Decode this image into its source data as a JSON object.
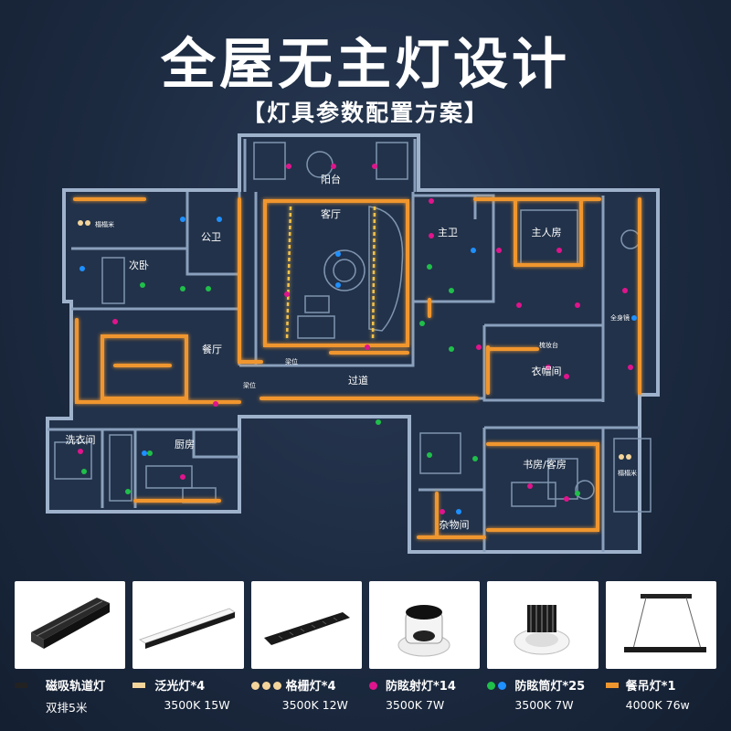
{
  "header": {
    "title": "全屋无主灯设计",
    "subtitle": "【灯具参数配置方案】"
  },
  "colors": {
    "background": "#1c2a40",
    "wall": "#8aa0bc",
    "light_strip": "#f0962e",
    "spot_magenta": "#e0148c",
    "spot_green": "#1fbf4a",
    "spot_blue": "#1e90ff",
    "linear_warm": "#f3d49a"
  },
  "floor_plan": {
    "rooms": {
      "balcony": "阳台",
      "living_room": "客厅",
      "master_bath": "主卫",
      "master_bedroom": "主人房",
      "public_bath": "公卫",
      "second_bedroom": "次卧",
      "dining_room": "餐厅",
      "corridor": "过道",
      "walk_in_closet": "衣帽间",
      "laundry": "洗衣间",
      "kitchen": "厨房",
      "study_guest": "书房/客房",
      "storage": "杂物间"
    },
    "small_labels": {
      "tatami_top": "榻榻米",
      "tatami_bottom": "榻榻米",
      "full_mirror": "全身镜",
      "vanity": "梳妆台",
      "beam_1": "梁位",
      "beam_2": "梁位"
    }
  },
  "products": [
    {
      "icon": "magnetic-track-icon",
      "name": "磁吸轨道灯",
      "spec": "双排5米",
      "swatch": "track"
    },
    {
      "icon": "floodlight-bar-icon",
      "name": "泛光灯*4",
      "spec": "3500K 15W",
      "swatch": "warm-bar"
    },
    {
      "icon": "grille-light-icon",
      "name": "格栅灯*4",
      "spec": "3500K 12W",
      "swatch": "warm-dots"
    },
    {
      "icon": "anti-glare-spotlight-icon",
      "name": "防眩射灯*14",
      "spec": "3500K 7W",
      "swatch": "magenta-dot"
    },
    {
      "icon": "anti-glare-downlight-icon",
      "name": "防眩筒灯*25",
      "spec": "3500K 7W",
      "swatch": "green-blue-dots"
    },
    {
      "icon": "pendant-light-icon",
      "name": "餐吊灯*1",
      "spec": "4000K 76w",
      "swatch": "orange-bar"
    }
  ]
}
